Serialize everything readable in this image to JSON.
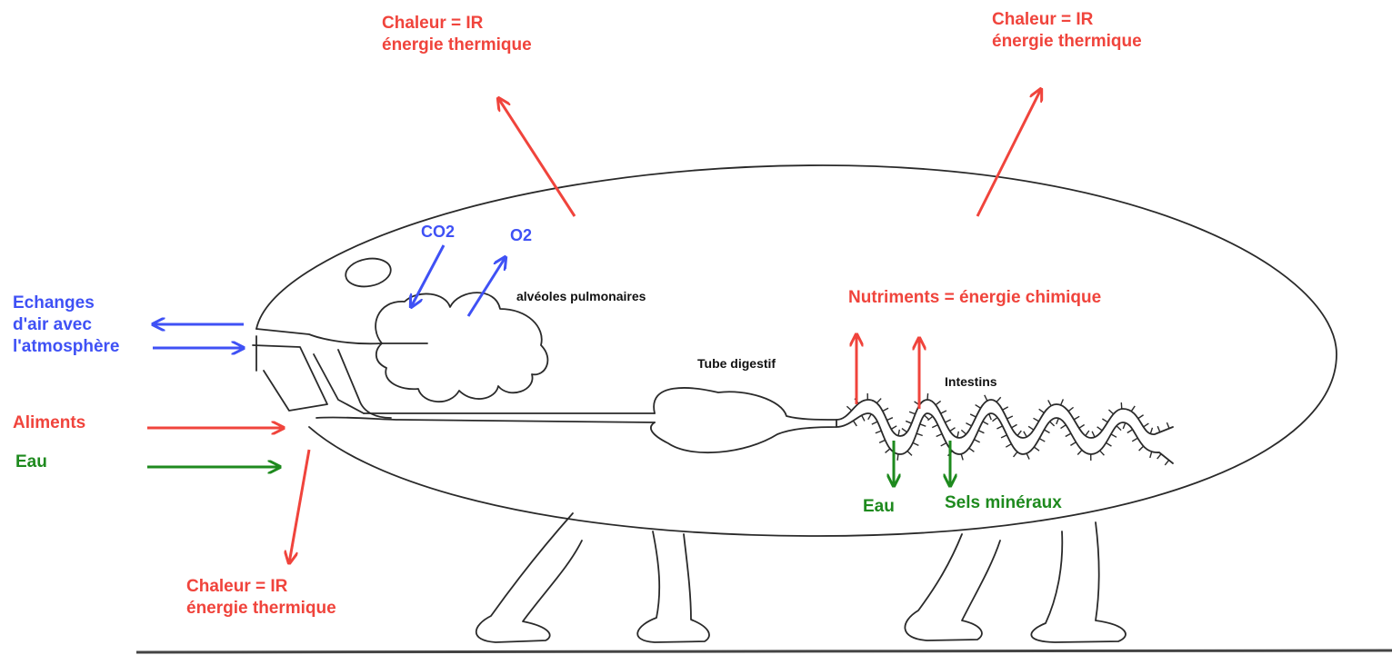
{
  "colors": {
    "heat": "#f0443c",
    "gas": "#3f51f5",
    "water": "#1e8a1e",
    "line": "#2a2a2a"
  },
  "labels": {
    "heat_top_left": [
      "Chaleur = IR",
      "énergie thermique"
    ],
    "heat_top_right": [
      "Chaleur = IR",
      "énergie thermique"
    ],
    "heat_bottom": [
      "Chaleur = IR",
      "énergie thermique"
    ],
    "air_exchange": [
      "Echanges",
      "d'air avec",
      "l'atmosphère"
    ],
    "food": "Aliments",
    "water_in": "Eau",
    "co2": "CO2",
    "o2": "O2",
    "alveoli": "alvéoles pulmonaires",
    "nutrients": "Nutriments = énergie chimique",
    "digestive_tube": "Tube digestif",
    "intestines": "Intestins",
    "water_out": "Eau",
    "minerals": "Sels minéraux"
  }
}
